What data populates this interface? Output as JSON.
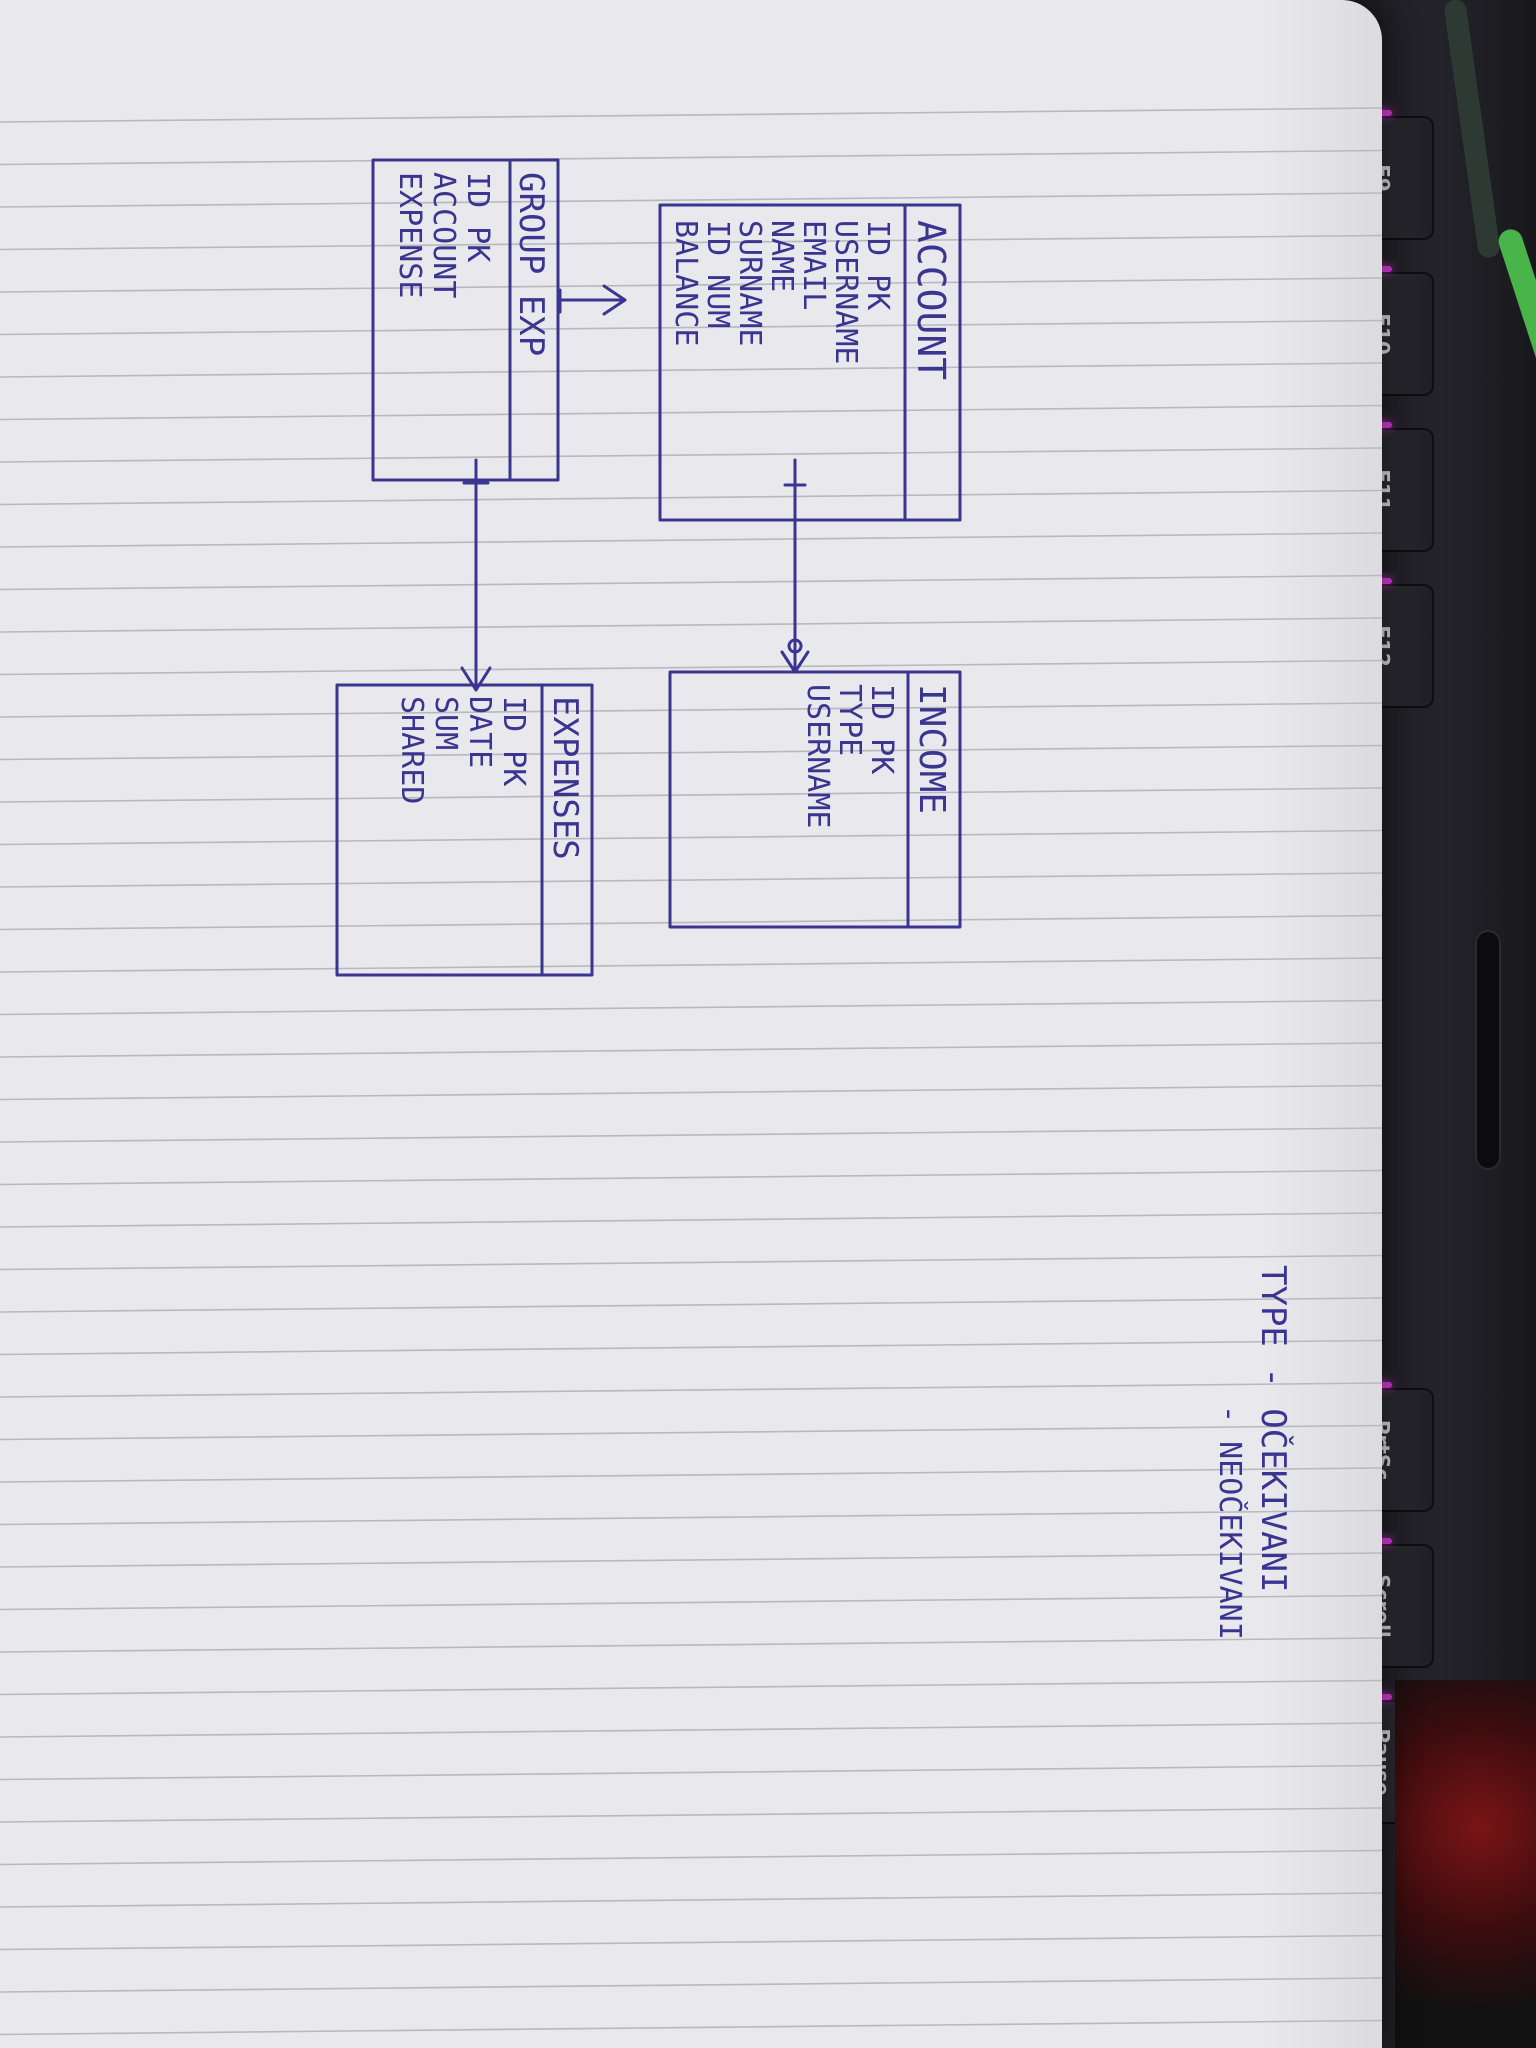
{
  "keyboard": {
    "keys": [
      {
        "label": "F9"
      },
      {
        "label": "F10"
      },
      {
        "label": "F11"
      },
      {
        "label": "F12"
      },
      {
        "label": "PrtSc"
      },
      {
        "label": "Scroll"
      },
      {
        "label": "Pause"
      }
    ],
    "glow_color": "#d33bd8"
  },
  "ink_color": "#3a3590",
  "entities": {
    "account": {
      "title": "ACCOUNT",
      "fields": [
        "ID  PK",
        "USERNAME",
        "EMAIL",
        "NAME",
        "SURNAME",
        "ID NUM",
        "BALANCE"
      ]
    },
    "group_exp": {
      "title": "GROUP EXP",
      "fields": [
        "ID PK",
        "ACCOUNT",
        "EXPENSE"
      ]
    },
    "income": {
      "title": "INCOME",
      "fields": [
        "ID  PK",
        "TYPE",
        "USERNAME"
      ]
    },
    "expenses": {
      "title": "EXPENSES",
      "fields": [
        "ID PK",
        "DATE",
        "SUM",
        "SHARED"
      ]
    }
  },
  "relationships": [
    {
      "from": "account",
      "to": "group_exp",
      "notation": "crow's foot at account"
    },
    {
      "from": "account",
      "to": "income",
      "notation": "crow's foot at income"
    },
    {
      "from": "group_exp",
      "to": "expenses",
      "notation": "crow's foot at expenses"
    }
  ],
  "note": {
    "line1": "TYPE - OČEKIVANI",
    "line2": "- NEOČEKIVANI"
  }
}
